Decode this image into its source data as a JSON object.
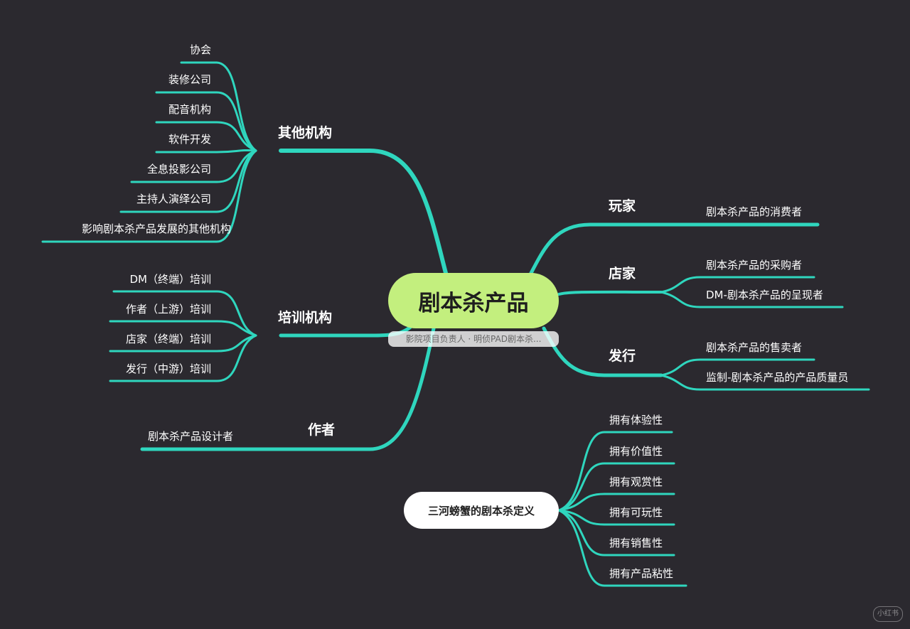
{
  "center": {
    "title": "剧本杀产品",
    "subtitle": "影院项目负责人 · 明侦PAD剧本杀..."
  },
  "left": {
    "other_orgs": {
      "label": "其他机构",
      "items": [
        "协会",
        "装修公司",
        "配音机构",
        "软件开发",
        "全息投影公司",
        "主持人演绎公司",
        "影响剧本杀产品发展的其他机构"
      ]
    },
    "training": {
      "label": "培训机构",
      "items": [
        "DM（终端）培训",
        "作者（上游）培训",
        "店家（终端）培训",
        "发行（中游）培训"
      ]
    },
    "author": {
      "label": "作者",
      "items": [
        "剧本杀产品设计者"
      ]
    }
  },
  "right": {
    "player": {
      "label": "玩家",
      "items": [
        "剧本杀产品的消费者"
      ]
    },
    "store": {
      "label": "店家",
      "items": [
        "剧本杀产品的采购者",
        "DM-剧本杀产品的呈现者"
      ]
    },
    "publish": {
      "label": "发行",
      "items": [
        "剧本杀产品的售卖者",
        "监制-剧本杀产品的产品质量员"
      ]
    }
  },
  "definition": {
    "title": "三河螃蟹的剧本杀定义",
    "items": [
      "拥有体验性",
      "拥有价值性",
      "拥有观赏性",
      "拥有可玩性",
      "拥有销售性",
      "拥有产品粘性"
    ]
  },
  "colors": {
    "background": "#2b292f",
    "line": "#2fd6be",
    "center_fill": "#c3ef7e",
    "definition_fill": "#ffffff",
    "text": "#ffffff"
  },
  "watermark": "小红书"
}
